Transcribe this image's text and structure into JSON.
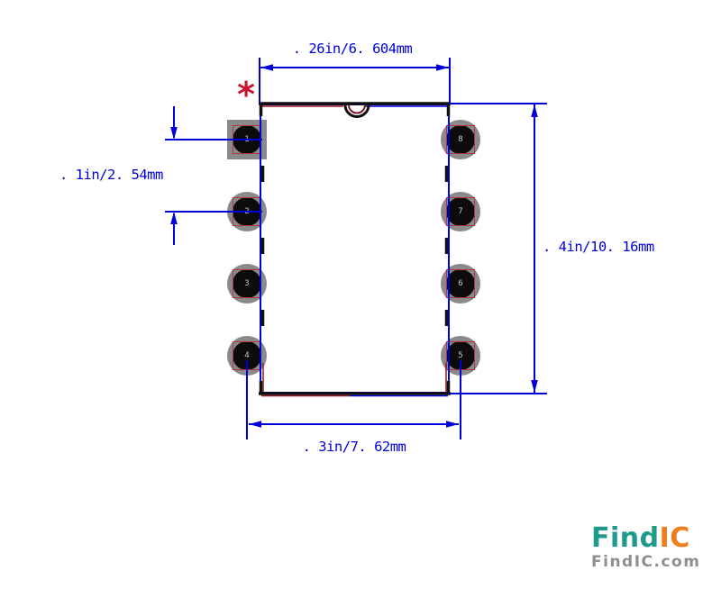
{
  "dimensions": {
    "top": ". 26in/6. 604mm",
    "left": ". 1in/2. 54mm",
    "right": ". 4in/10. 16mm",
    "bottom": ". 3in/7. 62mm"
  },
  "pads": {
    "left": [
      "1",
      "2",
      "3",
      "4"
    ],
    "right": [
      "8",
      "7",
      "6",
      "5"
    ]
  },
  "annotations": {
    "pin1_marker": "*"
  },
  "logo": {
    "find": "Find",
    "ic": "IC",
    "domain": "FindIC.com"
  },
  "colors": {
    "dimension_blue": "#0000dd",
    "silkscreen_black": "#101010",
    "pad_gray": "#8a8a8a",
    "pad_hole_black": "#0c0c0c",
    "pad_outline_red": "#b23340",
    "edge_accent_red": "#991624",
    "notch_inner_red": "#7c1622",
    "marker_red": "#c81532",
    "logo_teal": "#1f9b8b",
    "logo_orange": "#ee7d1c",
    "logo_gray": "#8e8e8e"
  }
}
